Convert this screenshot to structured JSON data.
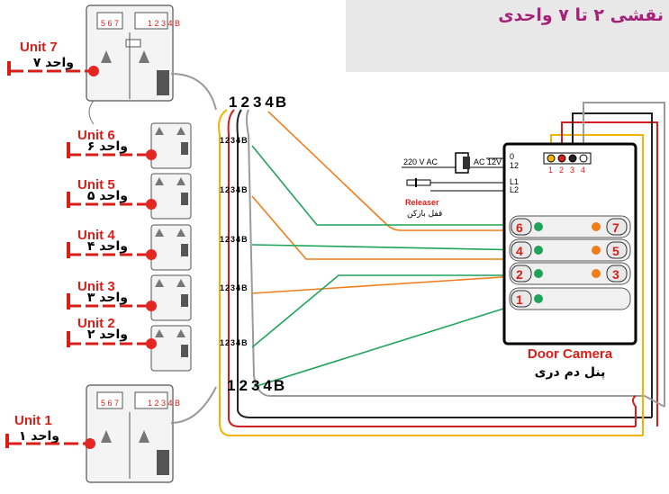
{
  "banner": {
    "title": "نقشی ۲ تا ۷ واحدی"
  },
  "units": [
    {
      "id": "7",
      "name": "Unit 7",
      "fa": "واحد ۷"
    },
    {
      "id": "6",
      "name": "Unit 6",
      "fa": "واحد ۶"
    },
    {
      "id": "5",
      "name": "Unit 5",
      "fa": "واحد ۵"
    },
    {
      "id": "4",
      "name": "Unit 4",
      "fa": "واحد ۴"
    },
    {
      "id": "3",
      "name": "Unit 3",
      "fa": "واحد ۳"
    },
    {
      "id": "2",
      "name": "Unit 2",
      "fa": "واحد ۲"
    },
    {
      "id": "1",
      "name": "Unit 1",
      "fa": "واحد ۱"
    }
  ],
  "terminals": {
    "labels": [
      "1",
      "2",
      "3",
      "4",
      "B"
    ]
  },
  "power": {
    "ac_in": "220 V AC",
    "ac_out": "AC 12V",
    "releaser": "Releaser",
    "releaser_fa": "قفل بازکن"
  },
  "panel": {
    "left_terminals": [
      "0",
      "12",
      "L1",
      "L2"
    ],
    "top_terminals": [
      "1",
      "2",
      "3",
      "4"
    ],
    "buttons": [
      "6",
      "7",
      "4",
      "5",
      "2",
      "3",
      "1"
    ],
    "title": "Door Camera",
    "title_fa": "پنل دم دری"
  },
  "colors": {
    "wire1": "#f2b400",
    "wire2": "#d11f1f",
    "wire3": "#222222",
    "wire4": "#9a9a9a",
    "orange": "#ef7d1a",
    "green": "#1fa35a",
    "accent_red": "#d91e18",
    "banner_text": "#a6227a"
  }
}
